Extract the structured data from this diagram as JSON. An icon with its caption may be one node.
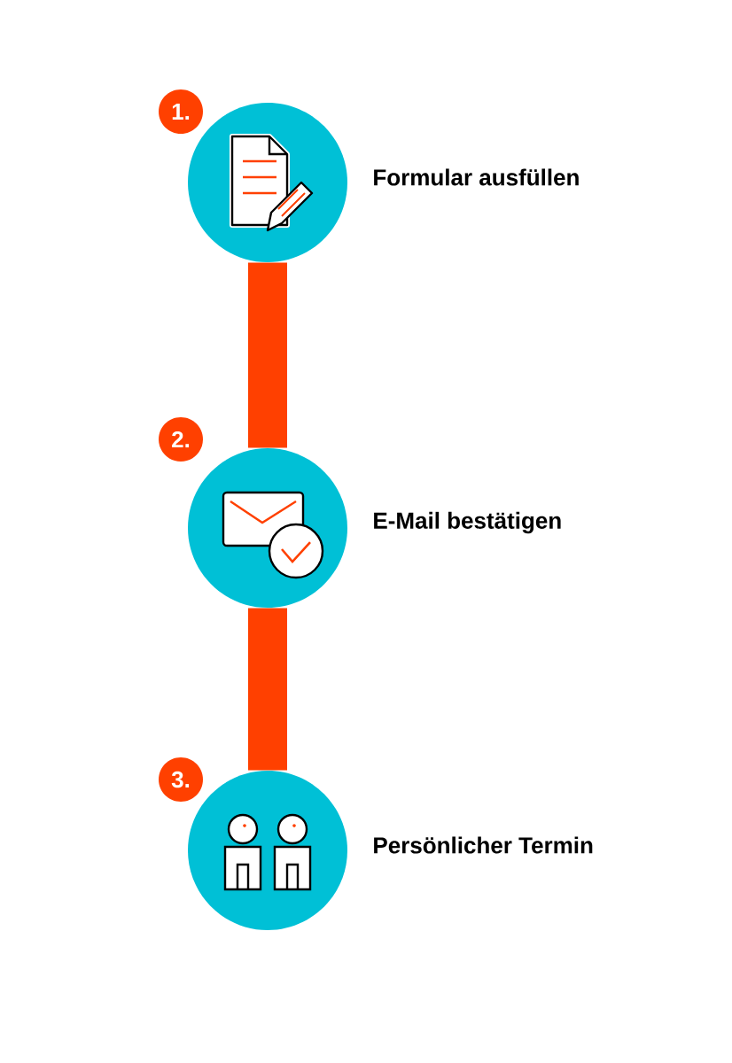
{
  "diagram": {
    "nodes": [
      {
        "text": [
          "1."
        ]
      },
      {
        "text": [],
        "shape": "circle",
        "beside": [
          "Formular ausfüllen"
        ]
      },
      {
        "text": [
          "2."
        ]
      },
      {
        "text": [],
        "shape": "circle",
        "beside": [
          "E-Mail bestätigen"
        ]
      },
      {
        "text": [
          "3."
        ]
      },
      {
        "text": [],
        "shape": "circle",
        "beside": [
          "Persönlicher Termin"
        ]
      }
    ],
    "edges": [
      {
        "from": 1,
        "to": 3,
        "arrow": "none"
      },
      {
        "from": 3,
        "to": 5,
        "arrow": "none"
      }
    ]
  }
}
